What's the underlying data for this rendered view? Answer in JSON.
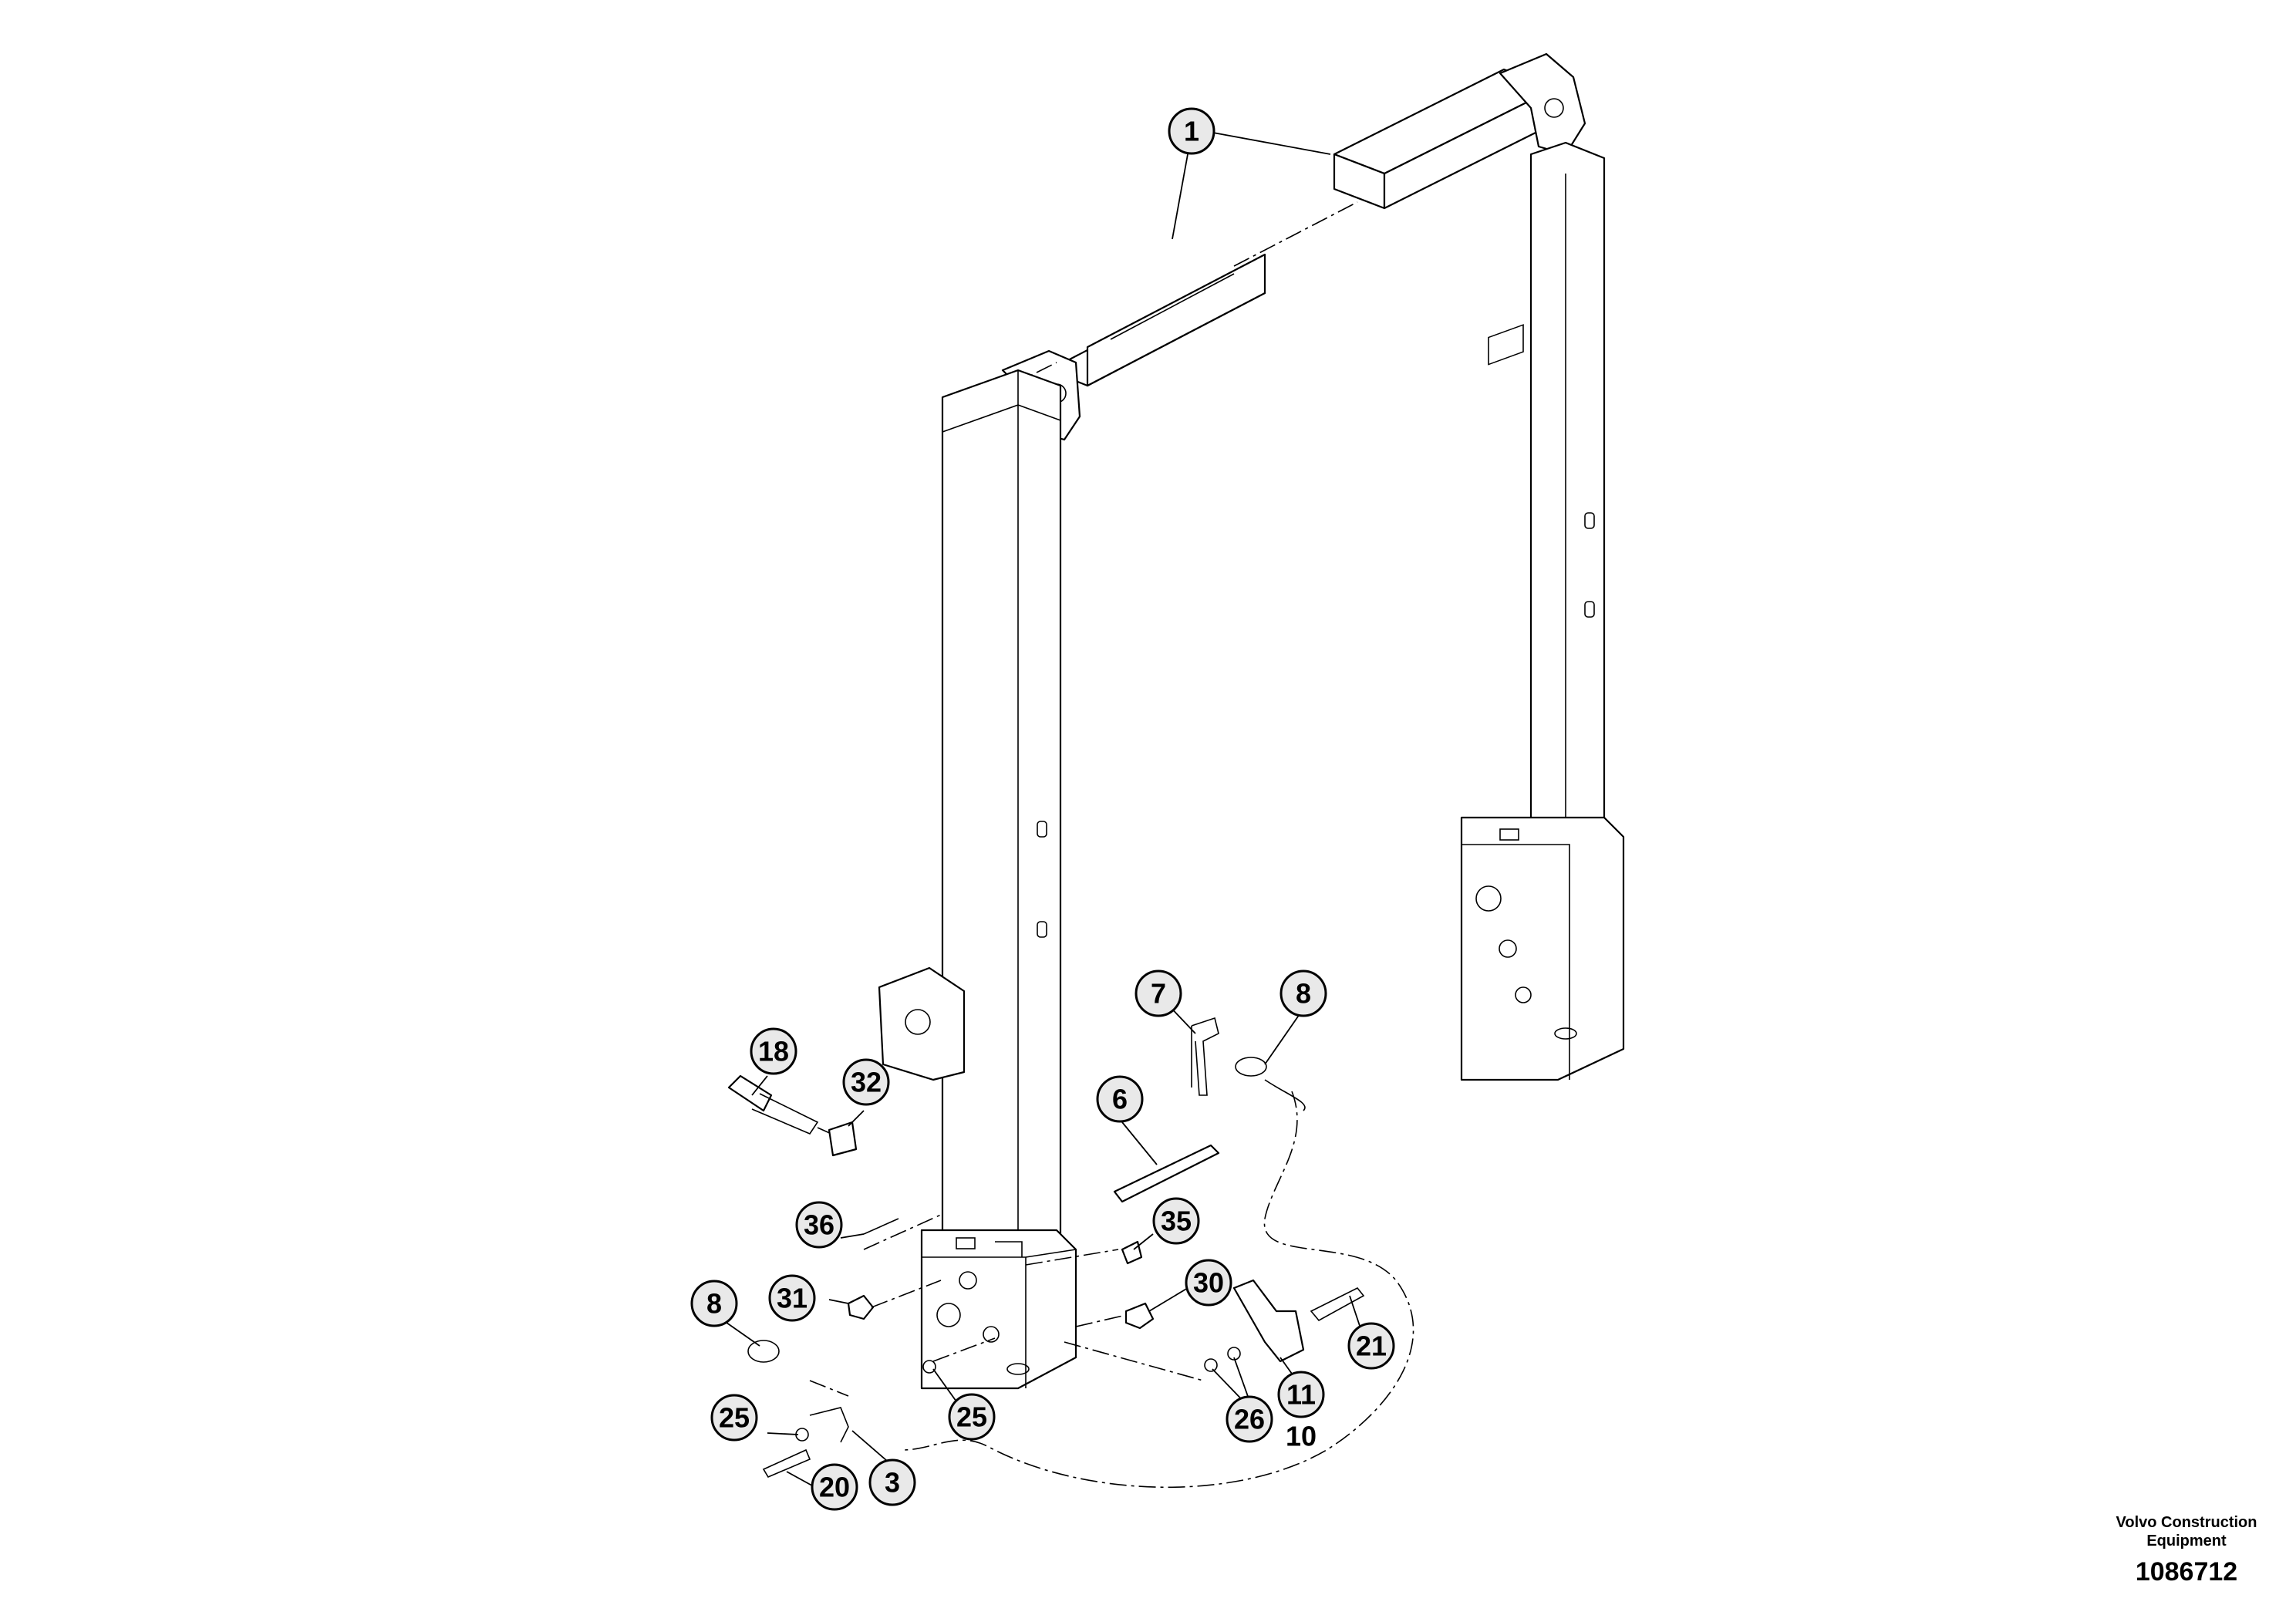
{
  "publisher": {
    "line1": "Volvo Construction",
    "line2": "Equipment",
    "drawing_number": "1086712"
  },
  "callouts": [
    {
      "id": "c1",
      "label": "1"
    },
    {
      "id": "c7",
      "label": "7"
    },
    {
      "id": "c8a",
      "label": "8"
    },
    {
      "id": "c18",
      "label": "18"
    },
    {
      "id": "c32",
      "label": "32"
    },
    {
      "id": "c6",
      "label": "6"
    },
    {
      "id": "c36",
      "label": "36"
    },
    {
      "id": "c35",
      "label": "35"
    },
    {
      "id": "c31",
      "label": "31"
    },
    {
      "id": "c30",
      "label": "30"
    },
    {
      "id": "c8b",
      "label": "8"
    },
    {
      "id": "c21",
      "label": "21"
    },
    {
      "id": "c11",
      "label": "11"
    },
    {
      "id": "c25a",
      "label": "25"
    },
    {
      "id": "c25b",
      "label": "25"
    },
    {
      "id": "c26",
      "label": "26"
    },
    {
      "id": "c10",
      "label": "10"
    },
    {
      "id": "c3",
      "label": "3"
    },
    {
      "id": "c20",
      "label": "20"
    }
  ],
  "colors": {
    "line": "#000000",
    "balloon_fill": "#e9e9e9",
    "background": "#ffffff"
  }
}
